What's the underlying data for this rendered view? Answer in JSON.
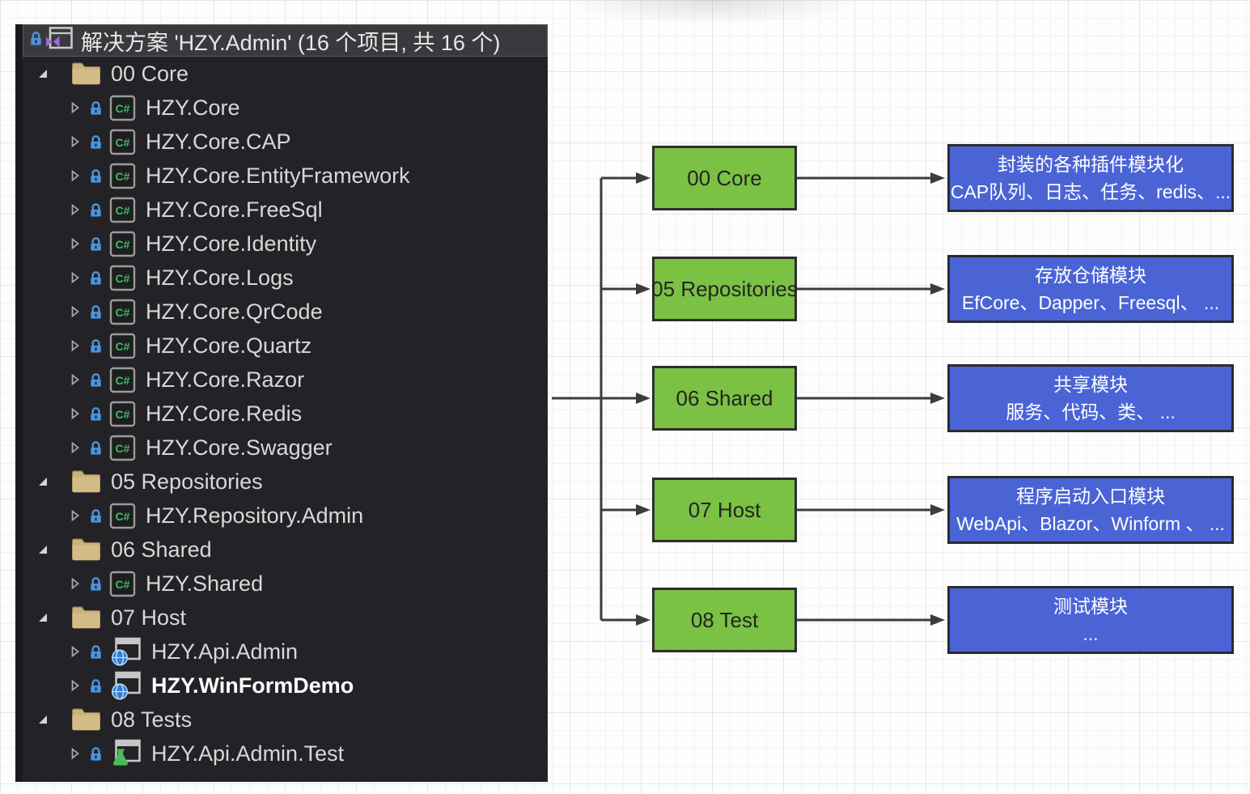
{
  "solution_explorer": {
    "title": "解决方案 'HZY.Admin' (16 个项目, 共 16 个)",
    "title_icons": [
      "lock-icon",
      "solution-icon"
    ],
    "items": [
      {
        "icon": "folder-icon",
        "expander": "expanded",
        "locked": false,
        "label": "00 Core"
      },
      {
        "icon": "csharp-project-icon",
        "expander": "collapsed",
        "locked": true,
        "label": "HZY.Core"
      },
      {
        "icon": "csharp-project-icon",
        "expander": "collapsed",
        "locked": true,
        "label": "HZY.Core.CAP"
      },
      {
        "icon": "csharp-project-icon",
        "expander": "collapsed",
        "locked": true,
        "label": "HZY.Core.EntityFramework"
      },
      {
        "icon": "csharp-project-icon",
        "expander": "collapsed",
        "locked": true,
        "label": "HZY.Core.FreeSql"
      },
      {
        "icon": "csharp-project-icon",
        "expander": "collapsed",
        "locked": true,
        "label": "HZY.Core.Identity"
      },
      {
        "icon": "csharp-project-icon",
        "expander": "collapsed",
        "locked": true,
        "label": "HZY.Core.Logs"
      },
      {
        "icon": "csharp-project-icon",
        "expander": "collapsed",
        "locked": true,
        "label": "HZY.Core.QrCode"
      },
      {
        "icon": "csharp-project-icon",
        "expander": "collapsed",
        "locked": true,
        "label": "HZY.Core.Quartz"
      },
      {
        "icon": "csharp-project-icon",
        "expander": "collapsed",
        "locked": true,
        "label": "HZY.Core.Razor"
      },
      {
        "icon": "csharp-project-icon",
        "expander": "collapsed",
        "locked": true,
        "label": "HZY.Core.Redis"
      },
      {
        "icon": "csharp-project-icon",
        "expander": "collapsed",
        "locked": true,
        "label": "HZY.Core.Swagger"
      },
      {
        "icon": "folder-icon",
        "expander": "expanded",
        "locked": false,
        "label": "05 Repositories"
      },
      {
        "icon": "csharp-project-icon",
        "expander": "collapsed",
        "locked": true,
        "label": "HZY.Repository.Admin"
      },
      {
        "icon": "folder-icon",
        "expander": "expanded",
        "locked": false,
        "label": "06 Shared"
      },
      {
        "icon": "csharp-project-icon",
        "expander": "collapsed",
        "locked": true,
        "label": "HZY.Shared"
      },
      {
        "icon": "folder-icon",
        "expander": "expanded",
        "locked": false,
        "label": "07 Host"
      },
      {
        "icon": "web-project-icon",
        "expander": "collapsed",
        "locked": true,
        "label": "HZY.Api.Admin"
      },
      {
        "icon": "web-project-icon",
        "expander": "collapsed",
        "locked": true,
        "label": "HZY.WinFormDemo",
        "bold": true
      },
      {
        "icon": "folder-icon",
        "expander": "expanded",
        "locked": false,
        "label": "08 Tests"
      },
      {
        "icon": "test-project-icon",
        "expander": "collapsed",
        "locked": true,
        "label": "HZY.Api.Admin.Test"
      }
    ]
  },
  "diagram": {
    "rows": [
      {
        "source": "00 Core",
        "target_title": "封装的各种插件模块化",
        "target_detail": "CAP队列、日志、任务、redis、..."
      },
      {
        "source": "05 Repositories",
        "target_title": "存放仓储模块",
        "target_detail": "EfCore、Dapper、Freesql、 ..."
      },
      {
        "source": "06 Shared",
        "target_title": "共享模块",
        "target_detail": "服务、代码、类、 ..."
      },
      {
        "source": "07 Host",
        "target_title": "程序启动入口模块",
        "target_detail": "WebApi、Blazor、Winform 、 ..."
      },
      {
        "source": "08 Test",
        "target_title": "测试模块",
        "target_detail": "..."
      }
    ],
    "colors": {
      "source_fill": "#7BC144",
      "source_border": "#2D2D2D",
      "target_fill": "#4A64D6",
      "target_border": "#2B2B2B",
      "connector": "#3C3C3C"
    }
  },
  "panel_colors": {
    "panel_bg": "#232327",
    "title_row_bg": "#3A3A3E",
    "tree_text": "#D8D8D8",
    "folder_icon": "#C9B179",
    "lock_icon": "#4C93DB",
    "csharp_green": "#3EBE5F",
    "globe_blue": "#2F7FD6",
    "flask_green": "#4CBB5A",
    "vs_purple": "#9B6BD6"
  }
}
